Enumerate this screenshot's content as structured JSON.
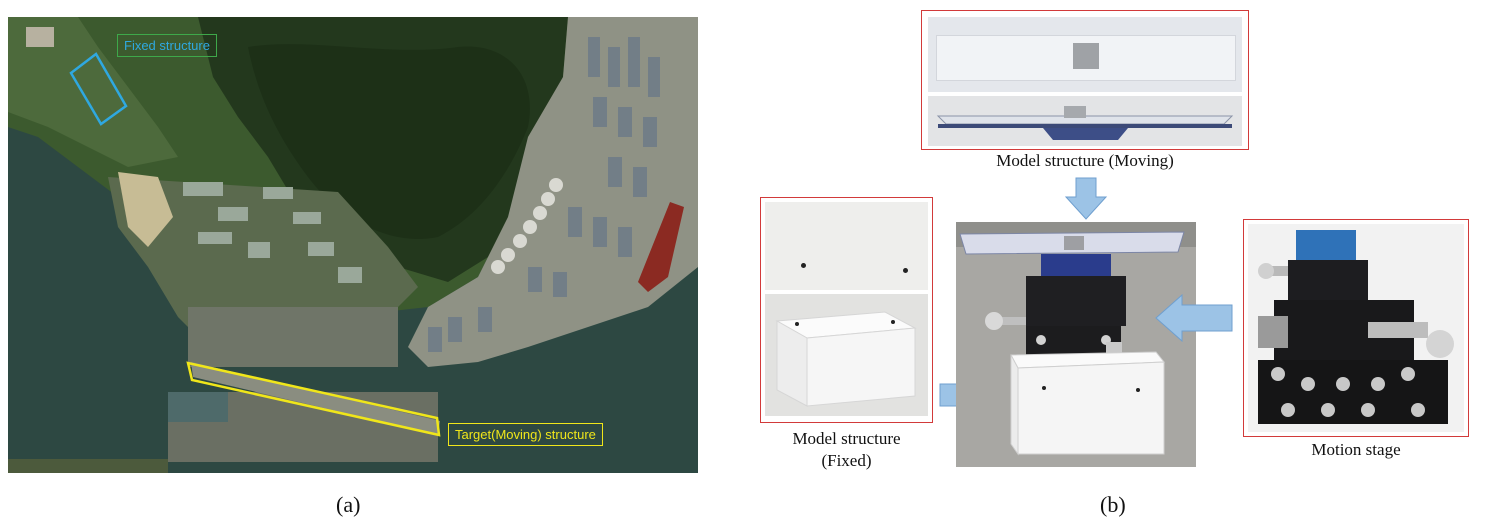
{
  "panel_a": {
    "label": "(a)",
    "tag_fixed": "Fixed structure",
    "tag_moving": "Target(Moving) structure",
    "colors": {
      "fixed_box": "#2fa8e0",
      "moving_box": "#f0e61a"
    }
  },
  "panel_b": {
    "label": "(b)",
    "caption_moving": "Model structure (Moving)",
    "caption_fixed_line1": "Model structure",
    "caption_fixed_line2": "(Fixed)",
    "caption_stage": "Motion stage",
    "colors": {
      "frame": "#d23a3a",
      "arrow": "#9cc3e6",
      "arrow_edge": "#6f9fcf"
    }
  }
}
